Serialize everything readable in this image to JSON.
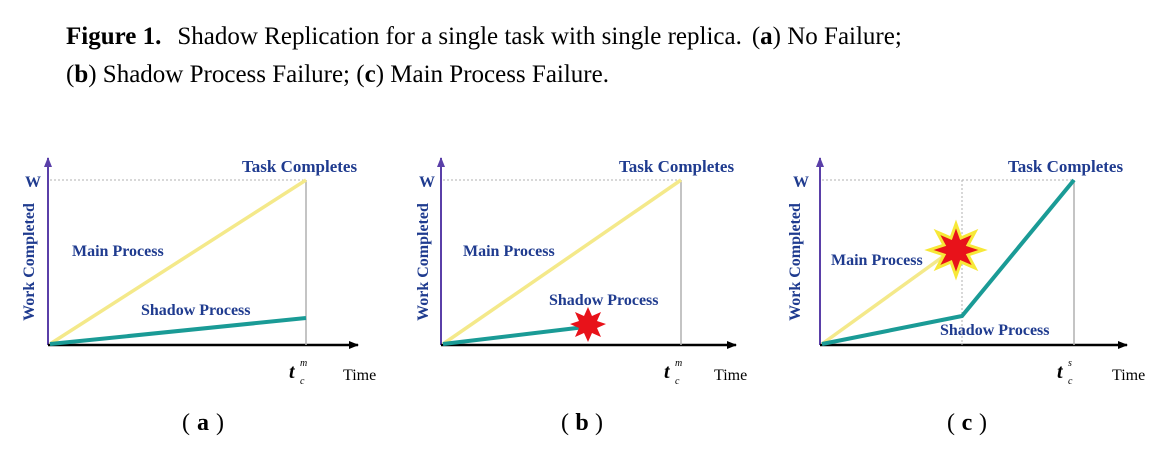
{
  "caption": {
    "figure_label": "Figure 1.",
    "title": "Shadow Replication for a single task with single replica.",
    "a_key": "a",
    "a_text": ") No Failure;",
    "b_key": "b",
    "b_text": ") Shadow Process Failure; (",
    "c_key": "c",
    "c_text": ") Main Process Failure."
  },
  "panels": [
    {
      "panel_label": "a",
      "y_axis_label": "Work Completed",
      "y_tick": "W",
      "x_axis_label": "Time",
      "x_tick_base": "t",
      "x_tick_sup": "m",
      "x_tick_sub": "c",
      "task_completes": "Task Completes",
      "main_label": "Main Process",
      "shadow_label": "Shadow Process"
    },
    {
      "panel_label": "b",
      "y_axis_label": "Work Completed",
      "y_tick": "W",
      "x_axis_label": "Time",
      "x_tick_base": "t",
      "x_tick_sup": "m",
      "x_tick_sub": "c",
      "task_completes": "Task Completes",
      "main_label": "Main Process",
      "shadow_label": "Shadow Process"
    },
    {
      "panel_label": "c",
      "y_axis_label": "Work Completed",
      "y_tick": "W",
      "x_axis_label": "Time",
      "x_tick_base": "t",
      "x_tick_sup": "s",
      "x_tick_sub": "c",
      "task_completes": "Task Completes",
      "main_label": "Main Process",
      "shadow_label": "Shadow Process"
    }
  ],
  "colors": {
    "axis": "#000000",
    "axis_arrow_y": "#5a3fa8",
    "main_line": "#f4e98a",
    "shadow_line": "#1a9b96",
    "text_blue": "#1f3b8f",
    "failure_burst": "#e8121a",
    "guide": "#b0b0b0"
  }
}
